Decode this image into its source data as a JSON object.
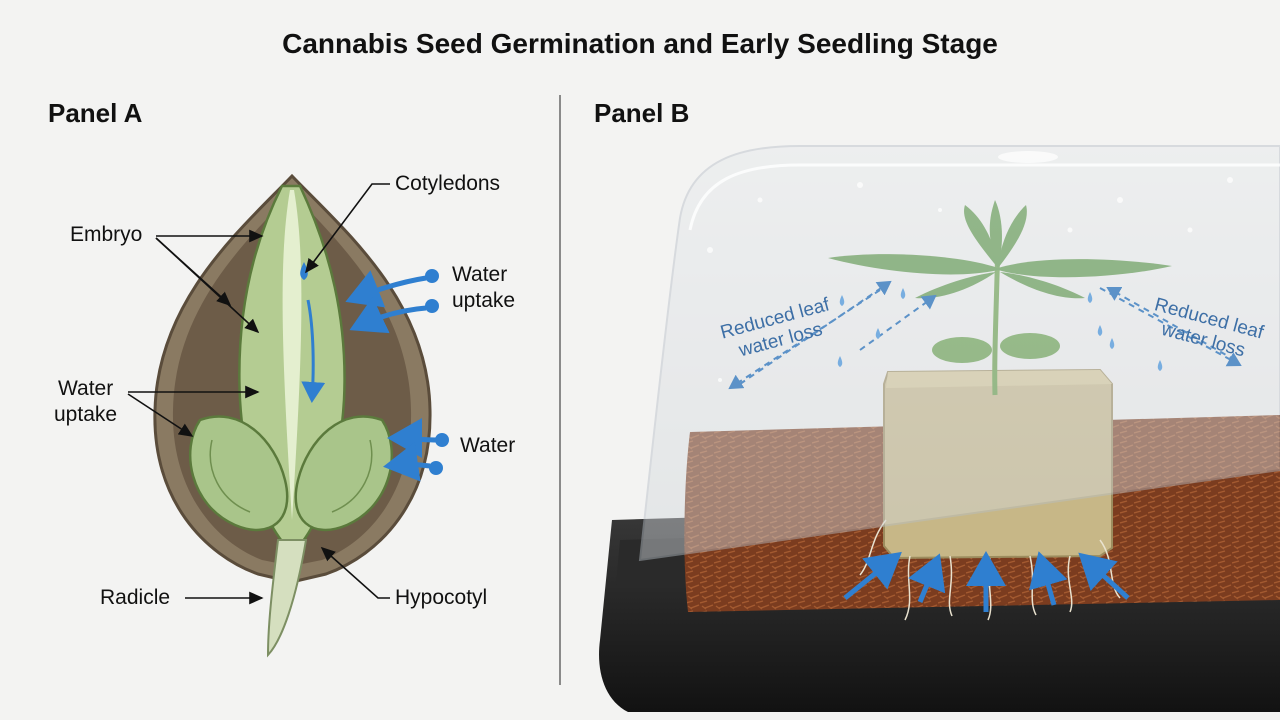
{
  "title": "Cannabis Seed Germination and Early Seedling Stage",
  "panels": {
    "a": {
      "label": "Panel A",
      "labels": {
        "embryo": "Embryo",
        "cotyledons": "Cotyledons",
        "water_uptake_top_line1": "Water",
        "water_uptake_top_line2": "uptake",
        "water_uptake_left_line1": "Water",
        "water_uptake_left_line2": "uptake",
        "water_right": "Water",
        "radicle": "Radicle",
        "hypocotyl": "Hypocotyl"
      }
    },
    "b": {
      "label": "Panel B",
      "labels": {
        "reduced_left_line1": "Reduced leaf",
        "reduced_left_line2": "water loss",
        "reduced_right_line1": "Reduced leaf",
        "reduced_right_line2": "water loss"
      }
    }
  },
  "colors": {
    "arrow_blue": "#2f7fd0",
    "seed_coat": "#7a6a55",
    "embryo_green": "#a9c58a",
    "coco_brown": "#7a3f22",
    "rockwool": "#c9b98a",
    "leaf_green": "#4f8f3a",
    "tray_black": "#222222"
  }
}
